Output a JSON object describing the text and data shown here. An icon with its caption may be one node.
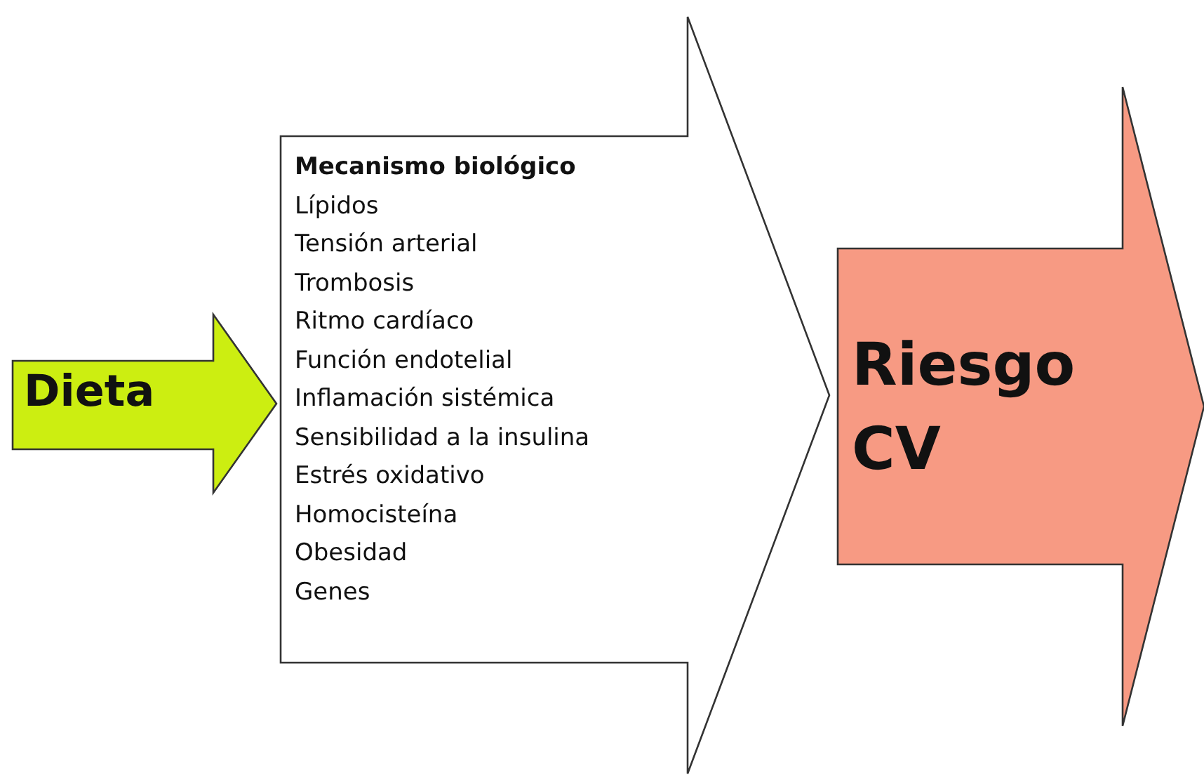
{
  "diagram": {
    "nodes": [
      {
        "text": [
          "Dieta"
        ]
      },
      {
        "text": [
          "Mecanismo biológico",
          "Lípidos",
          "Tensión arterial",
          "Trombosis",
          "Ritmo cardíaco",
          "Función endotelial",
          "Inflamación sistémica",
          "Sensibilidad a la insulina",
          "Estrés oxidativo",
          "Homocisteína",
          "Obesidad",
          "Genes"
        ]
      },
      {
        "text": [
          "Riesgo CV"
        ]
      }
    ]
  }
}
